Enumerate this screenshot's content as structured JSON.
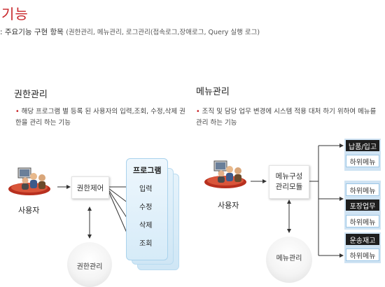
{
  "header": {
    "title": "기능",
    "subtitle_main": ": 주요기능 구현 항목",
    "subtitle_detail": "(권한관리, 메뉴관리, 로그관리(접속로그,장애로그, Query 실행 로그)"
  },
  "left": {
    "title": "권한관리",
    "description": "해당 프로그램 별 등록 된 사용자의 입력,조회, 수정,삭제 권한을 관리 하는 기능",
    "user_label": "사용자",
    "control_box": "권한제어",
    "circle_label": "권한관리",
    "program": {
      "title": "프로그램",
      "items": [
        "입력",
        "수정",
        "삭제",
        "조회"
      ]
    }
  },
  "right": {
    "title": "메뉴관리",
    "description": "조직 및 담당 업무 변경에 시스템 적용 대처 하기 위하여 메뉴를 관리 하는 기능",
    "user_label": "사용자",
    "module_box": "메뉴구성\n관리모듈",
    "circle_label": "메뉴관리",
    "groups": [
      {
        "header": "납품/입고",
        "sub": [
          "하위메뉴"
        ]
      },
      {
        "header": "포장업무",
        "sub": [
          "하위메뉴",
          "하위메뉴"
        ]
      },
      {
        "header": "운송재고",
        "sub": [
          "하위메뉴"
        ]
      }
    ]
  },
  "colors": {
    "accent": "#c8262a",
    "program_blue": "#d6ebf8",
    "menu_dark": "#1e1e1e"
  }
}
